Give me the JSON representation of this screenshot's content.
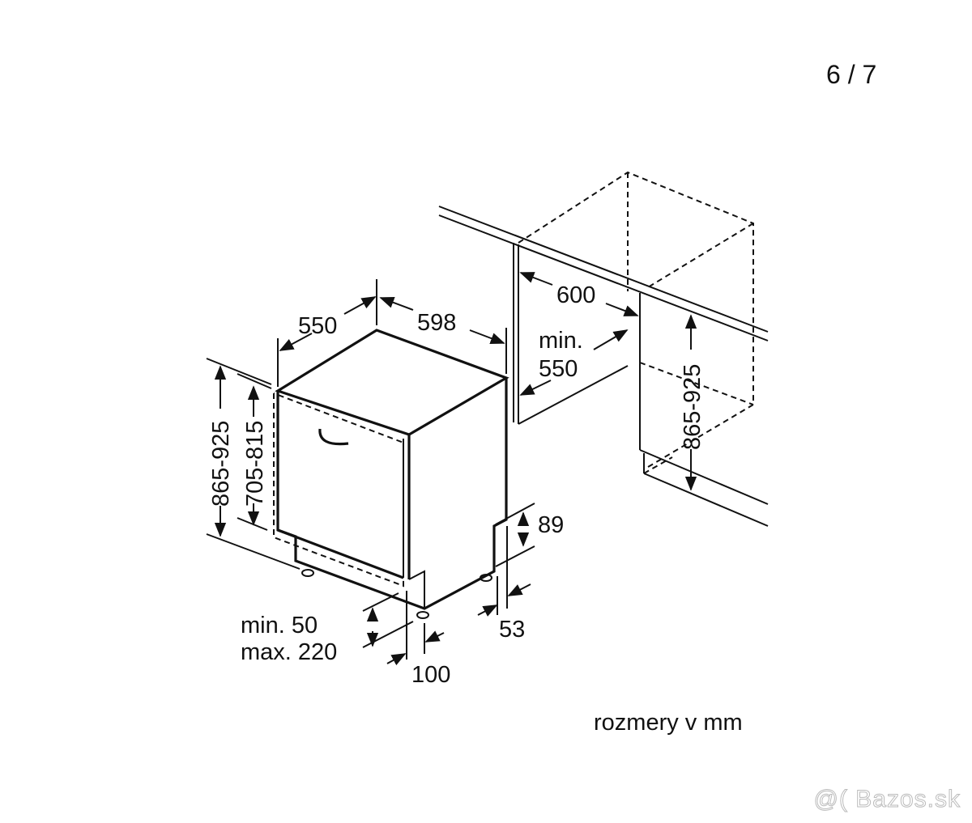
{
  "viewer": {
    "counter": "6 / 7",
    "watermark": "@( Bazos.sk"
  },
  "diagram": {
    "depth_label": "550",
    "width_label": "598",
    "niche_width_label": "600",
    "niche_depth_min_label": "min.",
    "niche_depth_value_label": "550",
    "height_total_label": "865-925",
    "door_height_label": "705-815",
    "niche_height_label": "865-925",
    "plinth_height_label": "89",
    "plinth_offset_label": "53",
    "plinth_min_label": "min. 50",
    "plinth_max_label": "max. 220",
    "feet_offset_label": "100",
    "units_caption": "rozmery v mm"
  }
}
